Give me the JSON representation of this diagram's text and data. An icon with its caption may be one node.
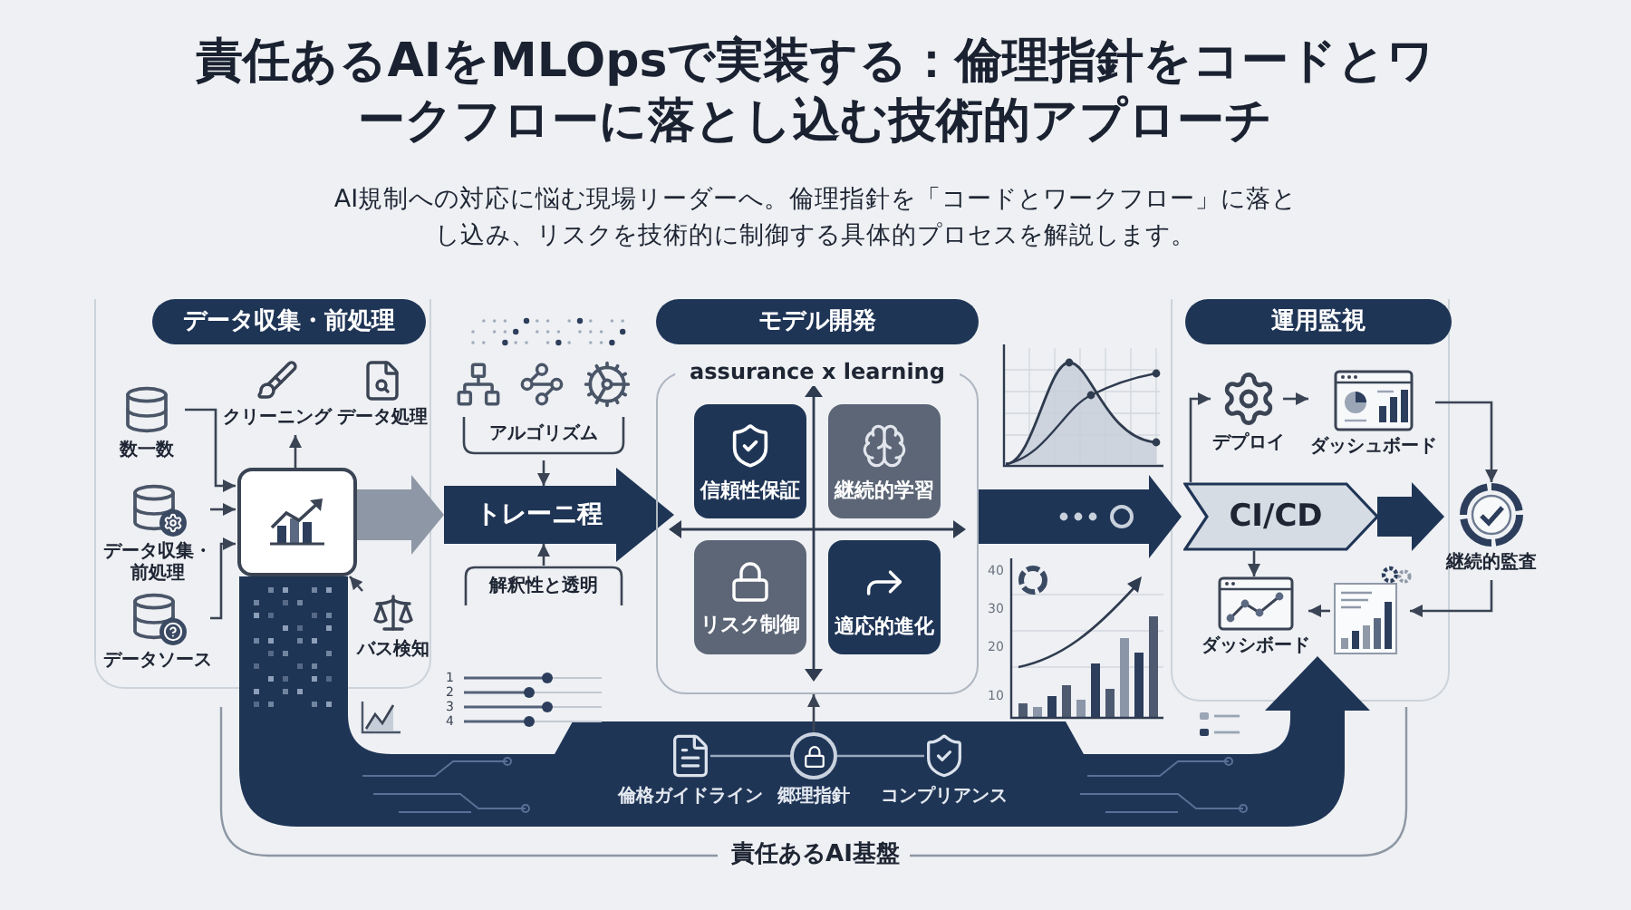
{
  "diagram": {
    "title": "責任あるAIをMLOpsで実装する：倫理指針をコードとワークフローに落とし込む技術的アプローチ",
    "nodes": [
      {
        "text": [],
        "shape": "box"
      },
      {
        "text": [
          "データ収集・前処理"
        ],
        "in": 0
      },
      {
        "text": [
          "数一数"
        ],
        "in": 0
      },
      {
        "text": [
          "データ収集・前処理"
        ],
        "in": 0
      },
      {
        "text": [
          "データソース"
        ],
        "in": 0
      },
      {
        "text": [],
        "shape": "box",
        "in": 0
      },
      {
        "text": [
          "クリーニング"
        ],
        "in": 0
      },
      {
        "text": [
          "データ処理"
        ],
        "in": 0
      },
      {
        "text": [
          "バス検知"
        ],
        "in": 0
      },
      {
        "text": [
          "アルゴリズム"
        ]
      },
      {
        "text": [
          "トレーニ程"
        ]
      },
      {
        "text": [
          "解釈性と透明"
        ]
      },
      {
        "text": [
          "モデル開発"
        ]
      },
      {
        "text": [
          "assurance x learning"
        ]
      },
      {
        "text": [
          "信頼性保証"
        ],
        "in": 13
      },
      {
        "text": [
          "継続的学習"
        ],
        "in": 13
      },
      {
        "text": [
          "リスク制御"
        ],
        "in": 13
      },
      {
        "text": [
          "適応的進化"
        ],
        "in": 13
      },
      {
        "text": [],
        "shape": "box"
      },
      {
        "text": [
          "運用監視"
        ],
        "in": 18
      },
      {
        "text": [
          "デプロイ"
        ],
        "in": 18
      },
      {
        "text": [
          "ダッシュボード"
        ],
        "in": 18
      },
      {
        "text": [
          "CI/CD"
        ],
        "in": 18
      },
      {
        "text": [
          "ダッシボード"
        ],
        "in": 18
      },
      {
        "text": [],
        "shape": "picture",
        "in": 18
      },
      {
        "text": [
          "継続的監査"
        ]
      },
      {
        "text": [],
        "shape": "band"
      },
      {
        "text": [
          "倫格ガイドライン"
        ],
        "in": 26
      },
      {
        "text": [
          "郷理指針"
        ],
        "in": 26
      },
      {
        "text": [
          "コンプリアンス"
        ],
        "in": 26
      }
    ],
    "edges": [
      {
        "from": 2,
        "to": 5,
        "arrow": "to"
      },
      {
        "from": 3,
        "to": 5,
        "arrow": "to"
      },
      {
        "from": 4,
        "to": 5,
        "arrow": "to"
      },
      {
        "from": 5,
        "to": 6,
        "arrow": "to"
      },
      {
        "from": 8,
        "to": 5,
        "arrow": "to"
      },
      {
        "from": 5,
        "to": 10,
        "arrow": "to",
        "style": "thick",
        "color": "#8e97a5"
      },
      {
        "from": 9,
        "to": 10,
        "arrow": "to"
      },
      {
        "from": 11,
        "to": 10,
        "arrow": "to"
      },
      {
        "from": 13,
        "to": 22,
        "arrow": "to",
        "style": "thick",
        "color": "#1f3556"
      },
      {
        "from": 22,
        "to": 20,
        "arrow": "to"
      },
      {
        "from": 20,
        "to": 21,
        "arrow": "to"
      },
      {
        "from": 21,
        "to": 25,
        "arrow": "to"
      },
      {
        "from": 22,
        "to": 23,
        "arrow": "to"
      },
      {
        "from": 25,
        "to": 24,
        "arrow": "to"
      },
      {
        "from": 24,
        "to": 23,
        "arrow": "to"
      },
      {
        "from": 22,
        "to": 25,
        "arrow": "to",
        "style": "thick",
        "color": "#1f3556"
      },
      {
        "from": 28,
        "to": 13,
        "arrow": "to"
      },
      {
        "from": 27,
        "to": 28,
        "arrow": "none",
        "color": "#9aa8bd"
      },
      {
        "from": 28,
        "to": 29,
        "arrow": "none",
        "color": "#9aa8bd"
      }
    ],
    "labels": [
      "AI規制への対応に悩む現場リーダーへ。倫理指針を「コードとワークフロー」に落とし込み、リスクを技術的に制御する具体的プロセスを解説します。",
      "1",
      "2",
      "3",
      "4",
      "40",
      "30",
      "20",
      "10",
      "責任あるAI基盤"
    ]
  }
}
